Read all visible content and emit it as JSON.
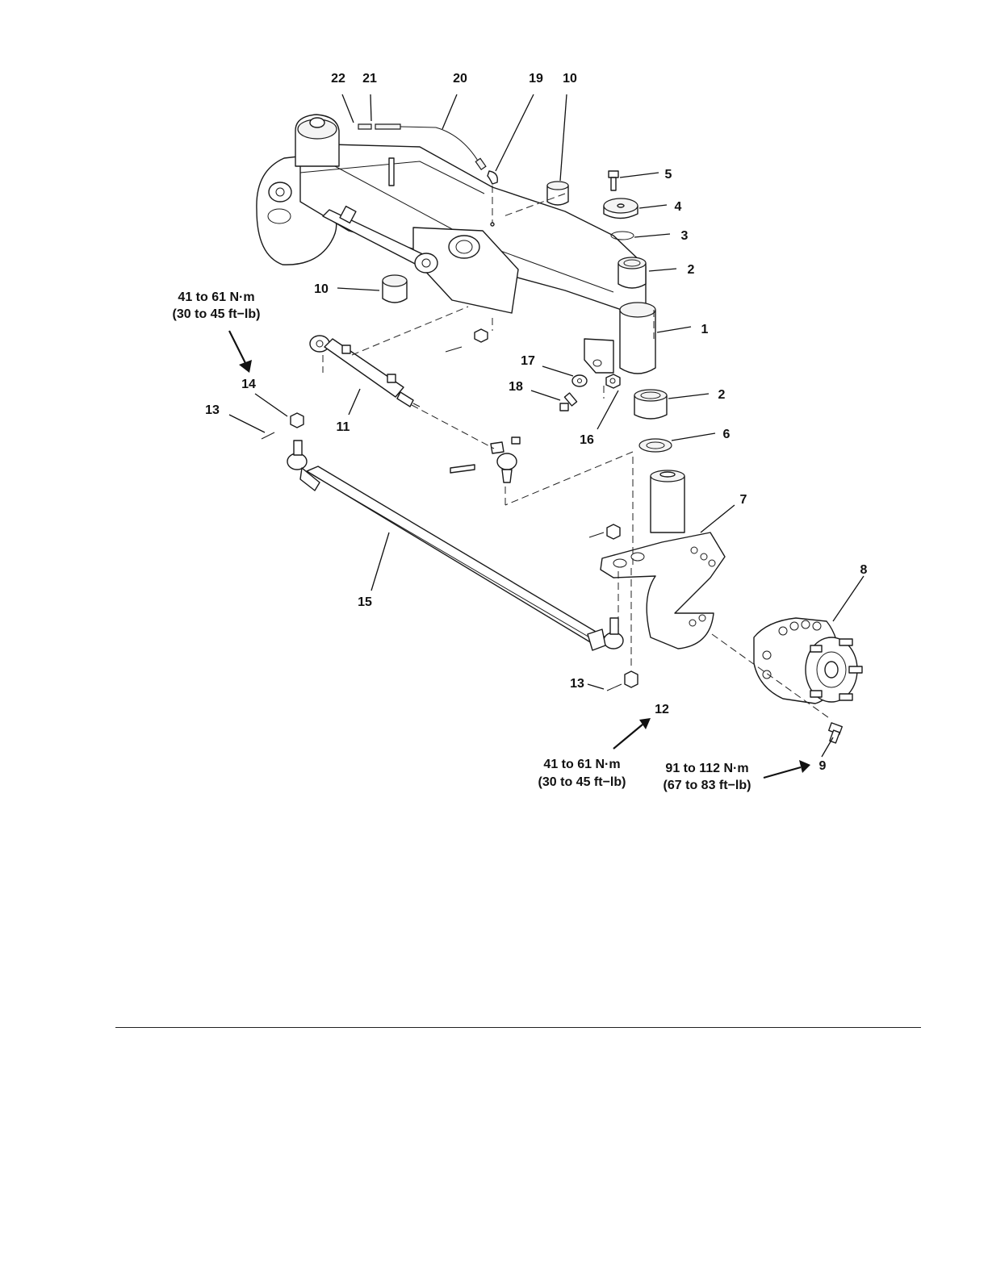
{
  "callouts": {
    "c22": "22",
    "c21": "21",
    "c20": "20",
    "c19": "19",
    "c10a": "10",
    "c5": "5",
    "c4": "4",
    "c3": "3",
    "c2a": "2",
    "c10b": "10",
    "c1": "1",
    "c17": "17",
    "c18": "18",
    "c2b": "2",
    "c14": "14",
    "c13a": "13",
    "c11": "11",
    "c16": "16",
    "c6": "6",
    "c7": "7",
    "c8": "8",
    "c15": "15",
    "c13b": "13",
    "c12": "12",
    "c9": "9"
  },
  "torque": {
    "t14_nm": "41 to 61 N·m",
    "t14_ftlb": "(30 to 45 ft−lb)",
    "t12_nm": "41 to 61 N·m",
    "t12_ftlb": "(30 to 45 ft−lb)",
    "t9_nm": "91 to 112 N·m",
    "t9_ftlb": "(67 to 83 ft−lb)"
  }
}
